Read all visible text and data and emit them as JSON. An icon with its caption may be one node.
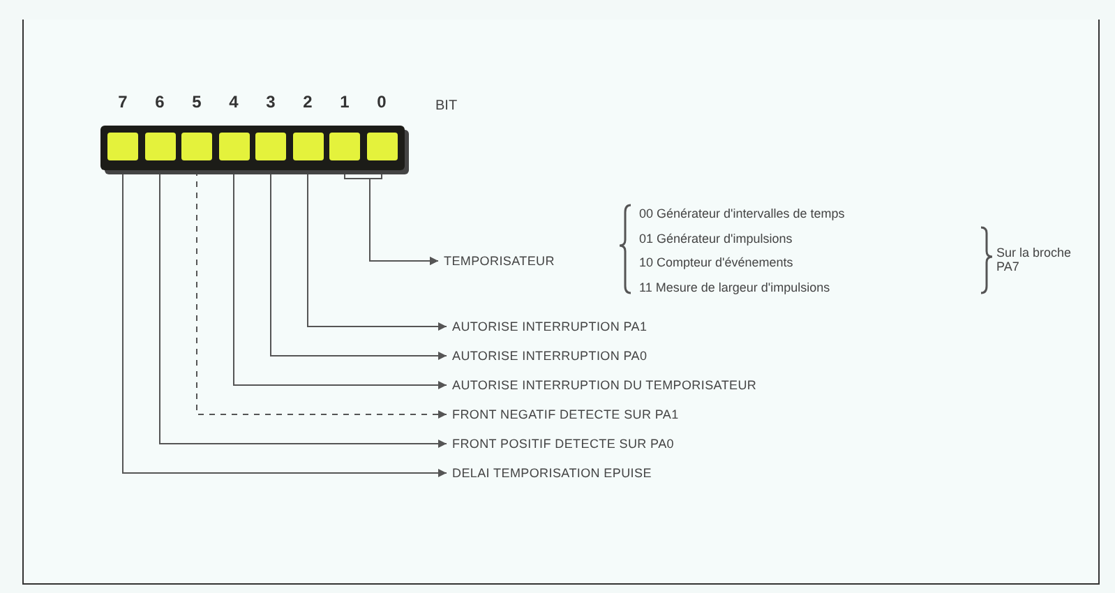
{
  "diagram": {
    "nodes": [
      {
        "text": [],
        "shape": "box"
      },
      {
        "text": [],
        "shape": "box"
      },
      {
        "text": [],
        "shape": "box"
      },
      {
        "text": [],
        "shape": "box"
      },
      {
        "text": [],
        "shape": "box"
      },
      {
        "text": [],
        "shape": "box"
      },
      {
        "text": [],
        "shape": "box"
      },
      {
        "text": [],
        "shape": "box"
      },
      {
        "text": [
          "TEMPORISATEUR"
        ]
      },
      {
        "text": [
          "AUTORISE INTERRUPTION PA1"
        ]
      },
      {
        "text": [
          "AUTORISE INTERRUPTION PA0"
        ]
      },
      {
        "text": [
          "AUTORISE INTERRUPTION DU TEMPORISATEUR"
        ]
      },
      {
        "text": [
          "FRONT NEGATIF DETECTE SUR PA1"
        ]
      },
      {
        "text": [
          "FRONT POSITIF DETECTE SUR PA0"
        ]
      },
      {
        "text": [
          "DELAI TEMPORISATION EPUISE"
        ]
      }
    ],
    "edges": [
      {
        "from": 6,
        "to": 8,
        "arrow": "to"
      },
      {
        "from": 7,
        "to": 8,
        "arrow": "to"
      },
      {
        "from": 5,
        "to": 9,
        "arrow": "to"
      },
      {
        "from": 4,
        "to": 10,
        "arrow": "to"
      },
      {
        "from": 3,
        "to": 11,
        "arrow": "to"
      },
      {
        "from": 2,
        "to": 12,
        "arrow": "to",
        "style": "dashed"
      },
      {
        "from": 1,
        "to": 13,
        "arrow": "to"
      },
      {
        "from": 0,
        "to": 14,
        "arrow": "to"
      }
    ],
    "labels": [
      "7",
      "6",
      "5",
      "4",
      "3",
      "2",
      "1",
      "0",
      "BIT",
      "00 Générateur d'intervalles de temps",
      "01 Générateur d'impulsions",
      "10 Compteur d'événements",
      "11 Mesure de largeur d'impulsions",
      "Sur la broche PA7"
    ]
  }
}
